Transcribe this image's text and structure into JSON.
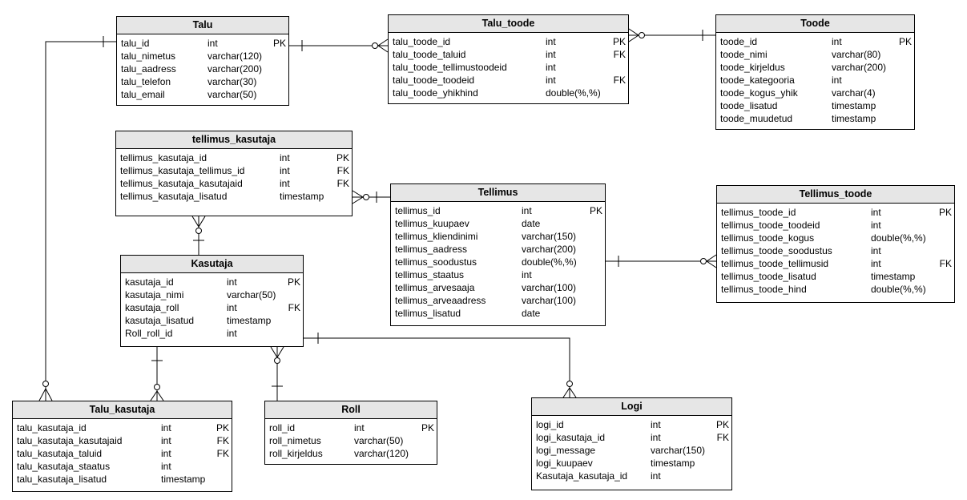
{
  "entities": {
    "talu": {
      "name": "Talu",
      "rows": [
        {
          "name": "talu_id",
          "type": "int",
          "key": "PK"
        },
        {
          "name": "talu_nimetus",
          "type": "varchar(120)",
          "key": ""
        },
        {
          "name": "talu_aadress",
          "type": "varchar(200)",
          "key": ""
        },
        {
          "name": "talu_telefon",
          "type": "varchar(30)",
          "key": ""
        },
        {
          "name": "talu_email",
          "type": "varchar(50)",
          "key": ""
        }
      ]
    },
    "talu_toode": {
      "name": "Talu_toode",
      "rows": [
        {
          "name": "talu_toode_id",
          "type": "int",
          "key": "PK"
        },
        {
          "name": "talu_toode_taluid",
          "type": "int",
          "key": "FK"
        },
        {
          "name": "talu_toode_tellimustoodeid",
          "type": "int",
          "key": ""
        },
        {
          "name": "talu_toode_toodeid",
          "type": "int",
          "key": "FK"
        },
        {
          "name": "talu_toode_yhikhind",
          "type": "double(%,%)",
          "key": ""
        }
      ]
    },
    "toode": {
      "name": "Toode",
      "rows": [
        {
          "name": "toode_id",
          "type": "int",
          "key": "PK"
        },
        {
          "name": "toode_nimi",
          "type": "varchar(80)",
          "key": ""
        },
        {
          "name": "toode_kirjeldus",
          "type": "varchar(200)",
          "key": ""
        },
        {
          "name": "toode_kategooria",
          "type": "int",
          "key": ""
        },
        {
          "name": "toode_kogus_yhik",
          "type": "varchar(4)",
          "key": ""
        },
        {
          "name": "toode_lisatud",
          "type": "timestamp",
          "key": ""
        },
        {
          "name": "toode_muudetud",
          "type": "timestamp",
          "key": ""
        }
      ]
    },
    "tellimus_kasutaja": {
      "name": "tellimus_kasutaja",
      "rows": [
        {
          "name": "tellimus_kasutaja_id",
          "type": "int",
          "key": "PK"
        },
        {
          "name": "tellimus_kasutaja_tellimus_id",
          "type": "int",
          "key": "FK"
        },
        {
          "name": "tellimus_kasutaja_kasutajaid",
          "type": "int",
          "key": "FK"
        },
        {
          "name": "tellimus_kasutaja_lisatud",
          "type": "timestamp",
          "key": ""
        }
      ]
    },
    "tellimus": {
      "name": "Tellimus",
      "rows": [
        {
          "name": "tellimus_id",
          "type": "int",
          "key": "PK"
        },
        {
          "name": "tellimus_kuupaev",
          "type": "date",
          "key": ""
        },
        {
          "name": "tellimus_kliendinimi",
          "type": "varchar(150)",
          "key": ""
        },
        {
          "name": "tellimus_aadress",
          "type": "varchar(200)",
          "key": ""
        },
        {
          "name": "tellimus_soodustus",
          "type": "double(%,%)",
          "key": ""
        },
        {
          "name": "tellimus_staatus",
          "type": "int",
          "key": ""
        },
        {
          "name": "tellimus_arvesaaja",
          "type": "varchar(100)",
          "key": ""
        },
        {
          "name": "tellimus_arveaadress",
          "type": "varchar(100)",
          "key": ""
        },
        {
          "name": "tellimus_lisatud",
          "type": "date",
          "key": ""
        }
      ]
    },
    "tellimus_toode": {
      "name": "Tellimus_toode",
      "rows": [
        {
          "name": "tellimus_toode_id",
          "type": "int",
          "key": "PK"
        },
        {
          "name": "tellimus_toode_toodeid",
          "type": "int",
          "key": ""
        },
        {
          "name": "tellimus_toode_kogus",
          "type": "double(%,%)",
          "key": ""
        },
        {
          "name": "tellimus_toode_soodustus",
          "type": "int",
          "key": ""
        },
        {
          "name": "tellimus_toode_tellimusid",
          "type": "int",
          "key": "FK"
        },
        {
          "name": "tellimus_toode_lisatud",
          "type": "timestamp",
          "key": ""
        },
        {
          "name": "tellimus_toode_hind",
          "type": "double(%,%)",
          "key": ""
        }
      ]
    },
    "kasutaja": {
      "name": "Kasutaja",
      "rows": [
        {
          "name": "kasutaja_id",
          "type": "int",
          "key": "PK"
        },
        {
          "name": "kasutaja_nimi",
          "type": "varchar(50)",
          "key": ""
        },
        {
          "name": "kasutaja_roll",
          "type": "int",
          "key": "FK"
        },
        {
          "name": "kasutaja_lisatud",
          "type": "timestamp",
          "key": ""
        },
        {
          "name": "Roll_roll_id",
          "type": "int",
          "key": ""
        }
      ]
    },
    "talu_kasutaja": {
      "name": "Talu_kasutaja",
      "rows": [
        {
          "name": "talu_kasutaja_id",
          "type": "int",
          "key": "PK"
        },
        {
          "name": "talu_kasutaja_kasutajaid",
          "type": "int",
          "key": "FK"
        },
        {
          "name": "talu_kasutaja_taluid",
          "type": "int",
          "key": "FK"
        },
        {
          "name": "talu_kasutaja_staatus",
          "type": "int",
          "key": ""
        },
        {
          "name": "talu_kasutaja_lisatud",
          "type": "timestamp",
          "key": ""
        }
      ]
    },
    "roll": {
      "name": "Roll",
      "rows": [
        {
          "name": "roll_id",
          "type": "int",
          "key": "PK"
        },
        {
          "name": "roll_nimetus",
          "type": "varchar(50)",
          "key": ""
        },
        {
          "name": "roll_kirjeldus",
          "type": "varchar(120)",
          "key": ""
        }
      ]
    },
    "logi": {
      "name": "Logi",
      "rows": [
        {
          "name": "logi_id",
          "type": "int",
          "key": "PK"
        },
        {
          "name": "logi_kasutaja_id",
          "type": "int",
          "key": "FK"
        },
        {
          "name": "logi_message",
          "type": "varchar(150)",
          "key": ""
        },
        {
          "name": "logi_kuupaev",
          "type": "timestamp",
          "key": ""
        },
        {
          "name": "Kasutaja_kasutaja_id",
          "type": "int",
          "key": ""
        }
      ]
    }
  }
}
